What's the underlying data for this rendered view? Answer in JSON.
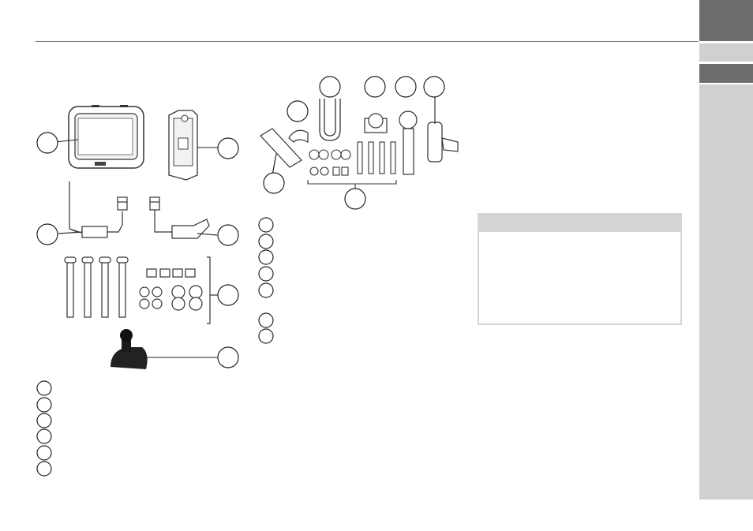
{
  "page": {
    "header_rule_color": "#6f6f6f",
    "side_tab_dark": "#6d6d6d",
    "side_tab_light": "#d0d0d0"
  },
  "note_box": {
    "header_color": "#d4d4d4",
    "title": "",
    "body": ""
  },
  "illustration": {
    "items": [
      "navigation-device",
      "device-holder",
      "power-cable-with-fuse",
      "power-cable-with-plug",
      "screws-nuts-washers-set",
      "suction-cup-mount",
      "adhesive-pad",
      "cable-clip",
      "u-bolt",
      "ball-plate",
      "ball-mount",
      "double-socket-arm"
    ]
  }
}
